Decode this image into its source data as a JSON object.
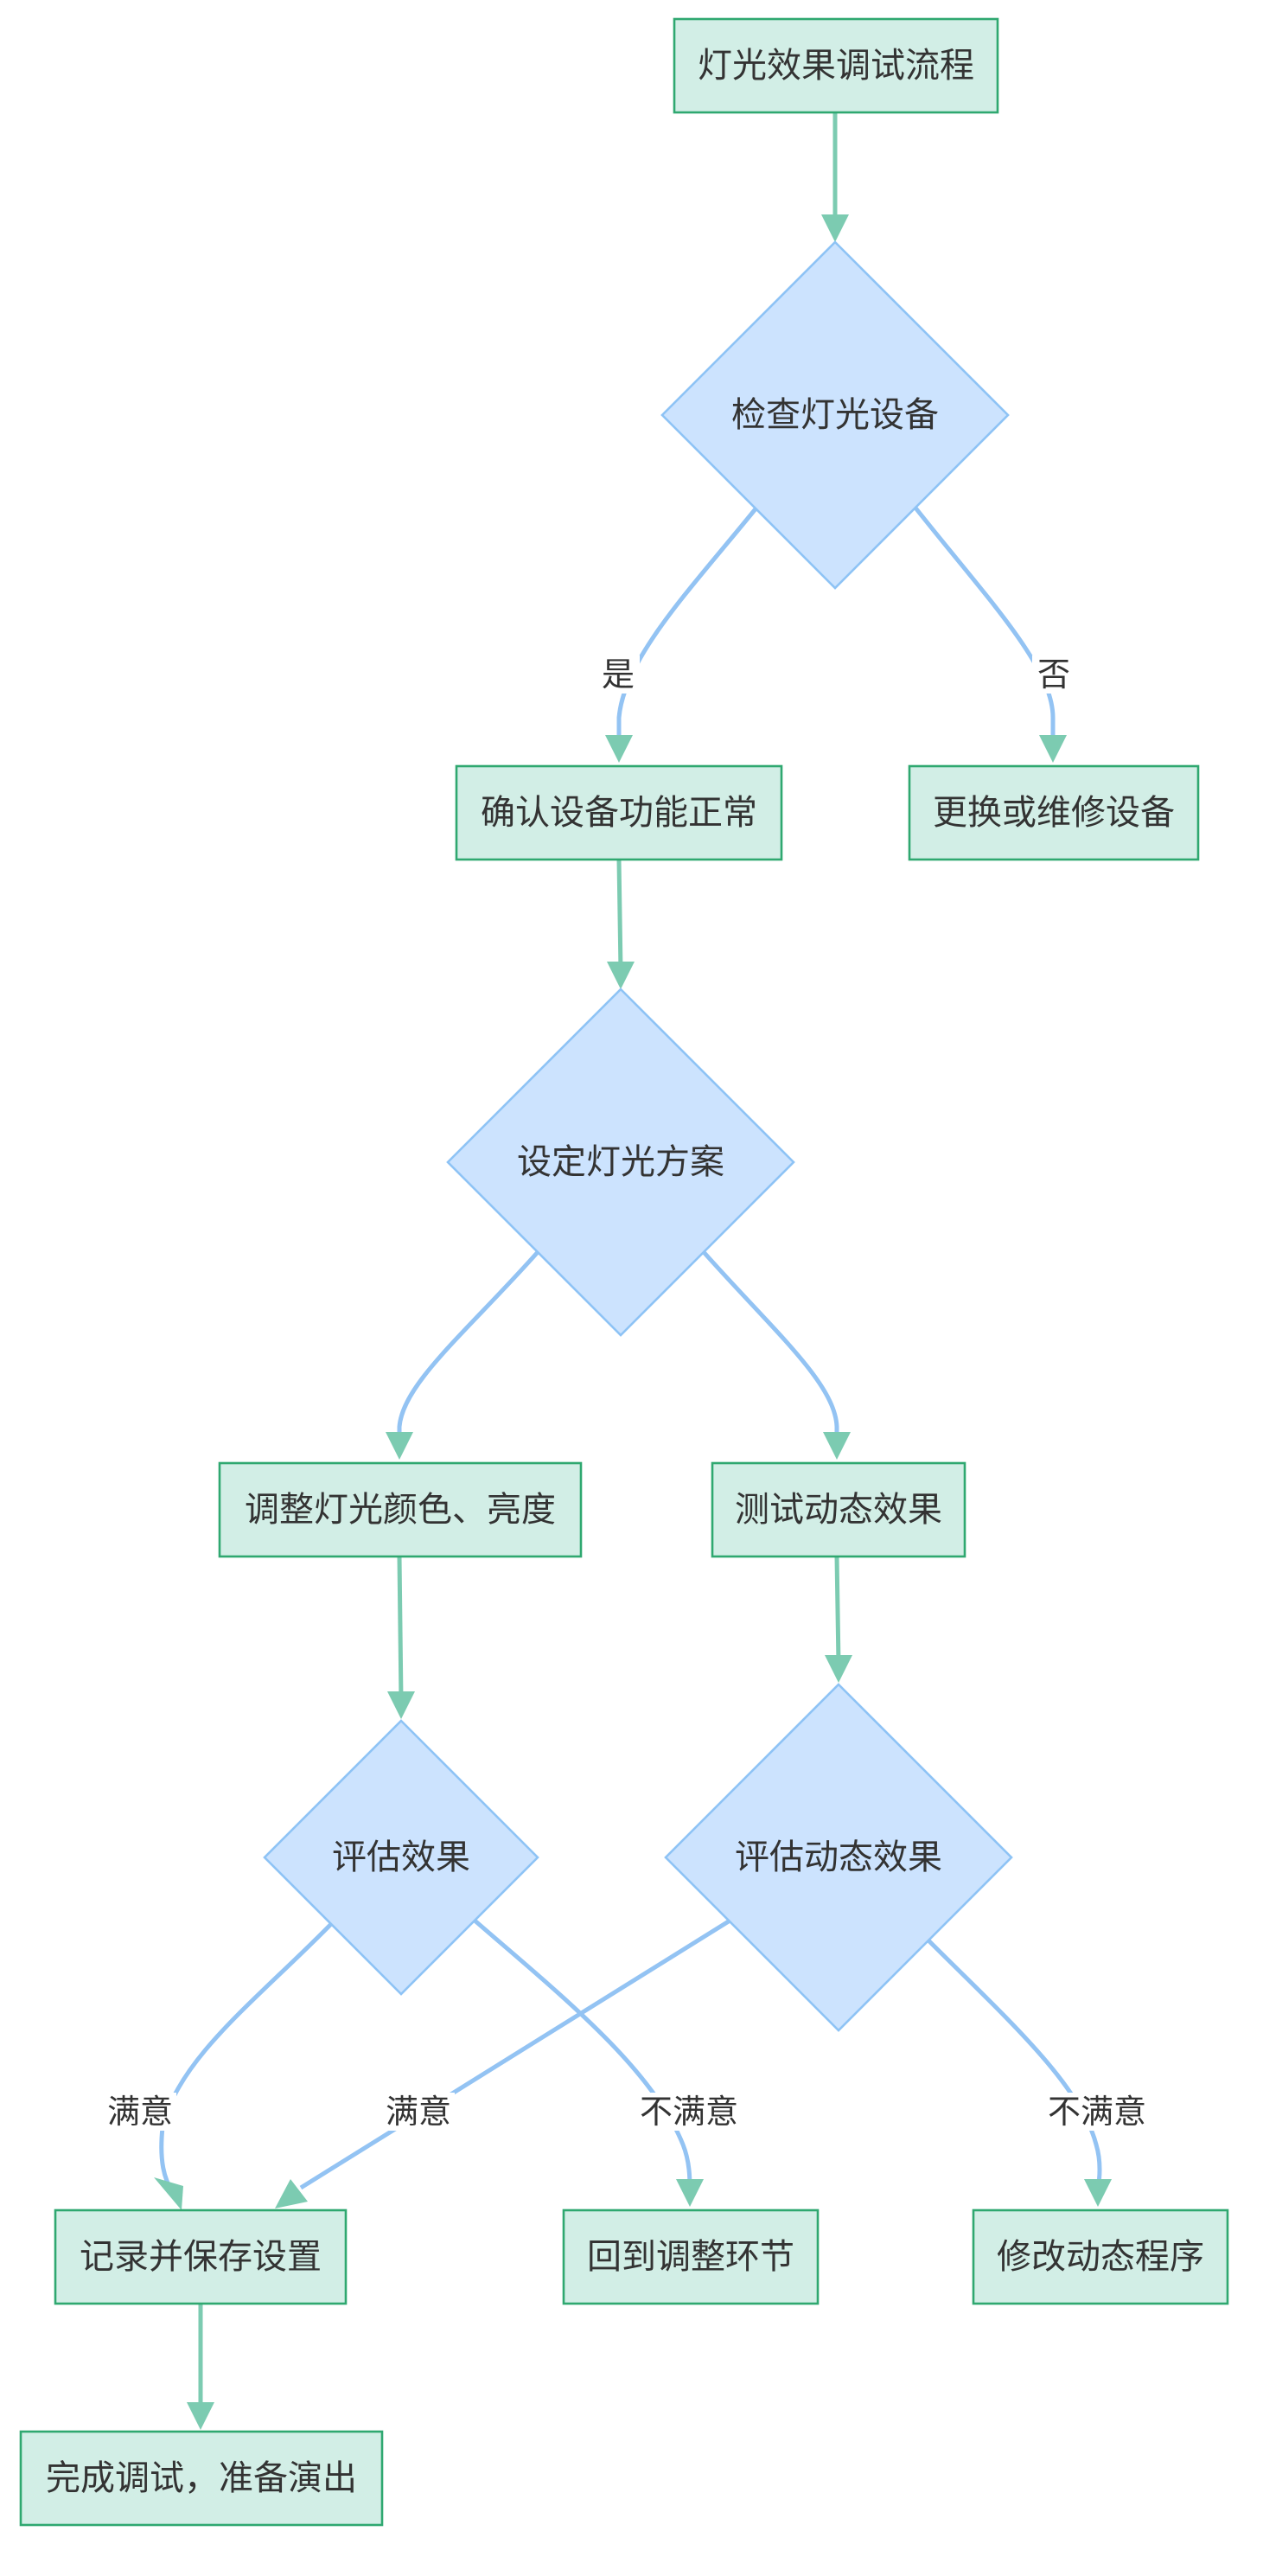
{
  "colors": {
    "box_fill": "#d2eee6",
    "box_border": "#2fa870",
    "decision_fill": "#cce3fe",
    "decision_border": "#8ec3f5",
    "edge_green": "#7ccbb1",
    "edge_blue": "#93c3f3",
    "text": "#333333"
  },
  "nodes": {
    "start": "灯光效果调试流程",
    "check_equipment": "检查灯光设备",
    "confirm_ok": "确认设备功能正常",
    "replace_repair": "更换或维修设备",
    "set_plan": "设定灯光方案",
    "adjust_color": "调整灯光颜色、亮度",
    "test_dynamic": "测试动态效果",
    "evaluate_effect": "评估效果",
    "evaluate_dynamic": "评估动态效果",
    "record_save": "记录并保存设置",
    "back_to_adjust": "回到调整环节",
    "modify_dynamic": "修改动态程序",
    "finish": "完成调试，准备演出"
  },
  "edge_labels": {
    "yes": "是",
    "no": "否",
    "satisfied_1": "满意",
    "satisfied_2": "满意",
    "unsatisfied_1": "不满意",
    "unsatisfied_2": "不满意"
  }
}
